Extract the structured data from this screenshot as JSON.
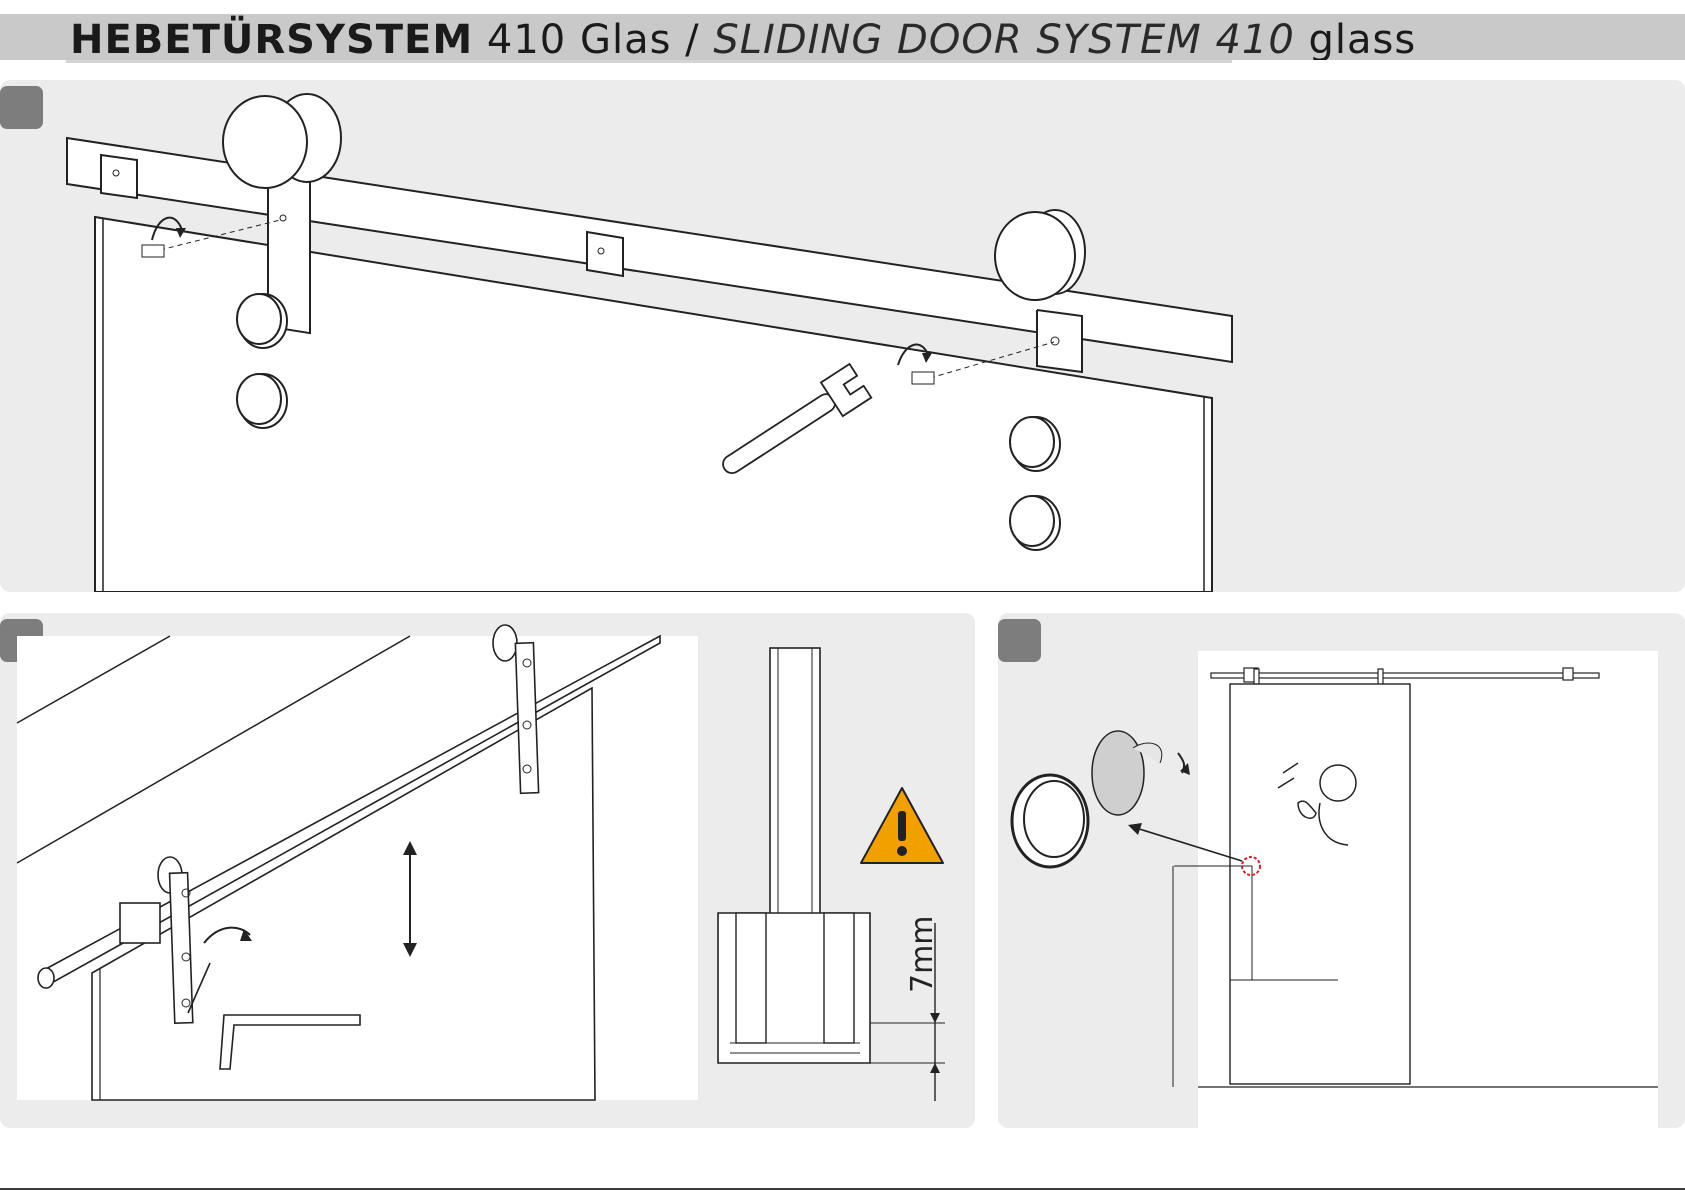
{
  "header": {
    "title_bold": "HEBETÜRSYSTEM",
    "title_regular": " 410 Glas / ",
    "title_italic": "SLIDING DOOR SYSTEM 410",
    "title_tail": " glass"
  },
  "panels": {
    "step1": {
      "badge": ""
    },
    "step2": {
      "badge": "",
      "measure_label": "7mm"
    },
    "step3": {
      "badge": ""
    }
  },
  "colors": {
    "panel_bg": "#ececec",
    "header_bg": "#c9c9c9",
    "badge": "#7d7d7d",
    "warning_fill": "#f2a000",
    "marker_red": "#d81e1e"
  },
  "icons": {
    "warning": "warning-triangle-icon",
    "rotate": "curved-arrow-icon",
    "adjust": "double-arrow-icon"
  }
}
